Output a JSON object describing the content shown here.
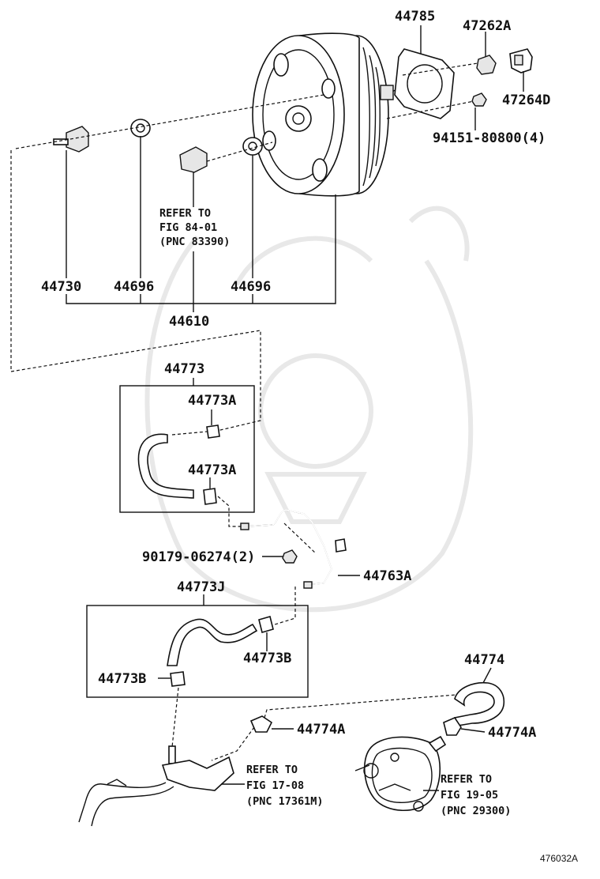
{
  "diagram_code": "476032A",
  "parts": {
    "p44785": "44785",
    "p47262A": "47262A",
    "p47264D": "47264D",
    "p94151": "94151-80800(4)",
    "p44730": "44730",
    "p44696a": "44696",
    "p44696b": "44696",
    "p44610": "44610",
    "p44773": "44773",
    "p44773A_1": "44773A",
    "p44773A_2": "44773A",
    "p90179": "90179-06274(2)",
    "p44763A": "44763A",
    "p44773J": "44773J",
    "p44773B_1": "44773B",
    "p44773B_2": "44773B",
    "p44774": "44774",
    "p44774A_1": "44774A",
    "p44774A_2": "44774A"
  },
  "refs": {
    "ref1": [
      "REFER TO",
      "FIG 84-01",
      "(PNC 83390)"
    ],
    "ref2": [
      "REFER TO",
      "FIG 17-08",
      "(PNC 17361M)"
    ],
    "ref3": [
      "REFER TO",
      "FIG 19-05",
      "(PNC 29300)"
    ]
  }
}
